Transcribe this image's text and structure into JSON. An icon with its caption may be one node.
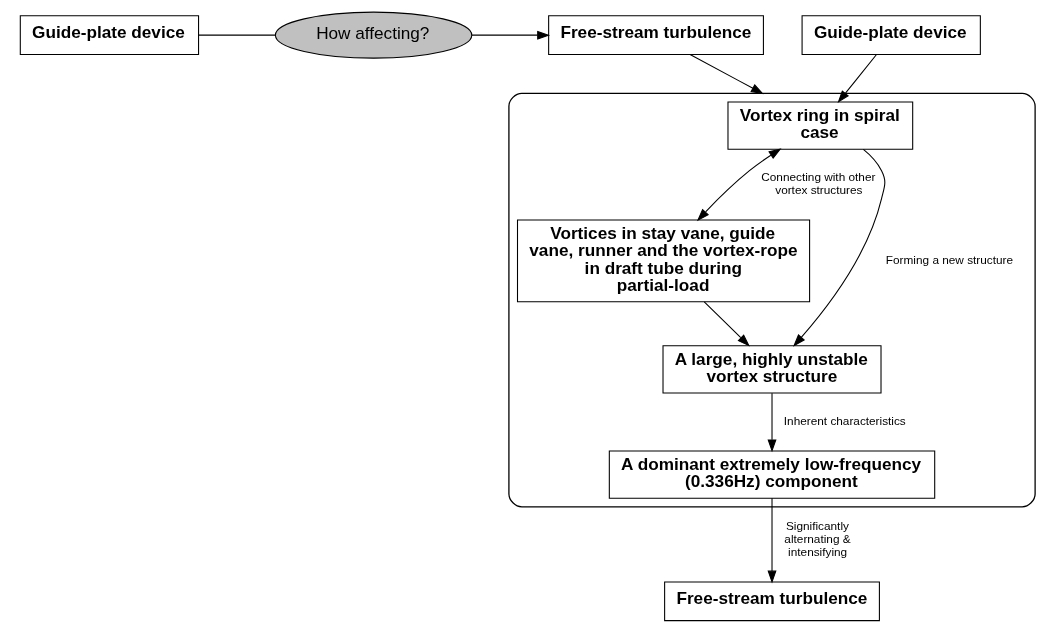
{
  "diagram": {
    "nodes": [
      {
        "text": [
          "Guide-plate device"
        ]
      },
      {
        "text": [
          "How affecting?"
        ]
      },
      {
        "text": [
          "Free-stream turbulence"
        ]
      },
      {
        "text": [],
        "shape": "ellipse"
      },
      {
        "text": [
          "Guide-plate device"
        ]
      },
      {
        "text": [
          "Vortex ring in spiral case"
        ],
        "in": 3
      },
      {
        "text": [
          "Vortices in stay vane, guide vane, runner and the vortex-rope in draft tube during partial-load"
        ],
        "in": 3
      },
      {
        "text": [
          "A large, highly unstable vortex structure"
        ],
        "in": 3
      },
      {
        "text": [
          "A dominant extremely low-frequency (0.336Hz) component"
        ],
        "in": 3
      },
      {
        "text": [
          "Free-stream turbulence"
        ]
      }
    ],
    "edges": [
      {
        "from": 0,
        "to": 1,
        "arrow": "none"
      },
      {
        "from": 1,
        "to": 2,
        "arrow": "to"
      },
      {
        "from": 2,
        "to": 3,
        "arrow": "to"
      },
      {
        "from": 4,
        "to": 5,
        "arrow": "to"
      },
      {
        "from": 5,
        "to": 6,
        "arrow": "both",
        "label": "Connecting with other vortex structures"
      },
      {
        "from": 5,
        "to": 7,
        "arrow": "to",
        "label": "Forming a new structure"
      },
      {
        "from": 6,
        "to": 7,
        "arrow": "to"
      },
      {
        "from": 7,
        "to": 8,
        "arrow": "to",
        "label": "Inherent characteristics"
      },
      {
        "from": 8,
        "to": 9,
        "arrow": "to",
        "label": "Significantly alternating & intensifying"
      }
    ]
  }
}
